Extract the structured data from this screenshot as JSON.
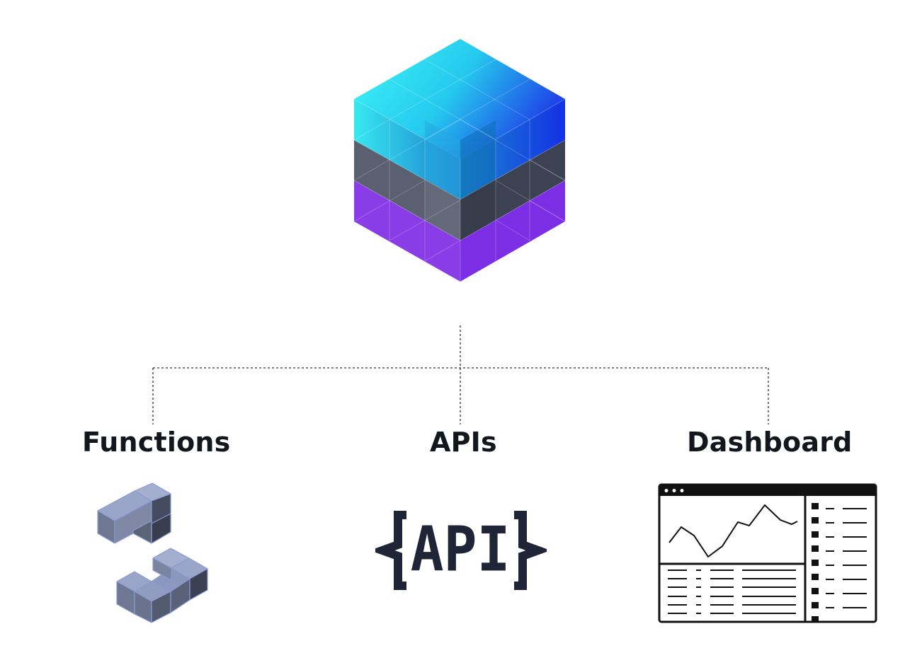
{
  "diagram": {
    "branches": [
      {
        "label": "Functions",
        "icon": "stacked-cubes-icon"
      },
      {
        "label": "APIs",
        "icon": "api-braces-icon",
        "icon_text": "API"
      },
      {
        "label": "Dashboard",
        "icon": "dashboard-window-icon"
      }
    ],
    "central_icon": "isometric-cube-logo"
  },
  "colors": {
    "label_text": "#14161d",
    "connector": "#333333",
    "cube_cyan": "#3ff3f4",
    "cube_blue": "#1a3de8",
    "cube_slate": "#5b6170",
    "cube_purple": "#8a3be6",
    "functions_blocks": "#7e8cb8",
    "api_text": "#1f2536",
    "dashboard_stroke": "#111111"
  }
}
